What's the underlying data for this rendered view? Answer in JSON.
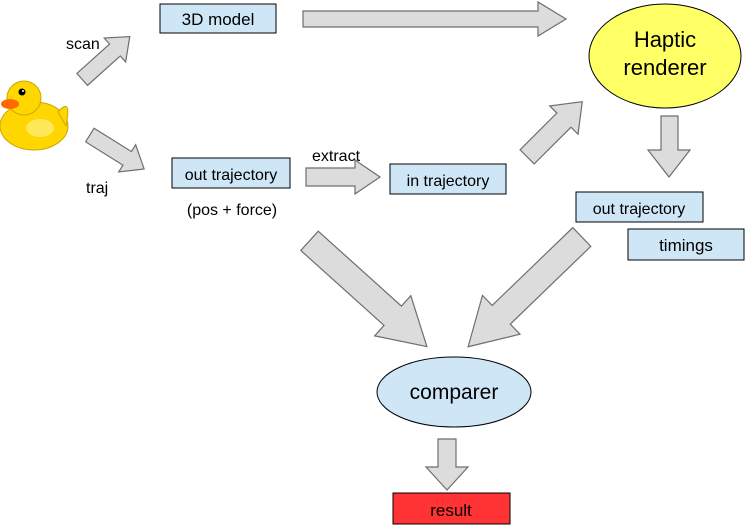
{
  "nodes": {
    "model_3d": "3D model",
    "haptic_renderer_line1": "Haptic",
    "haptic_renderer_line2": "renderer",
    "out_trajectory_left": "out trajectory",
    "pos_force": "(pos + force)",
    "in_trajectory": "in trajectory",
    "out_trajectory_right": "out trajectory",
    "timings": "timings",
    "comparer": "comparer",
    "result": "result"
  },
  "edge_labels": {
    "scan": "scan",
    "traj": "traj",
    "extract": "extract"
  },
  "colors": {
    "box_fill": "#cfe6f7",
    "renderer_fill": "#ffff66",
    "comparer_fill": "#cfe6f7",
    "result_fill": "#ff3333",
    "arrow_fill": "#dcdcdc",
    "duck": "#ffd600",
    "duck_beak": "#ff6a00"
  }
}
